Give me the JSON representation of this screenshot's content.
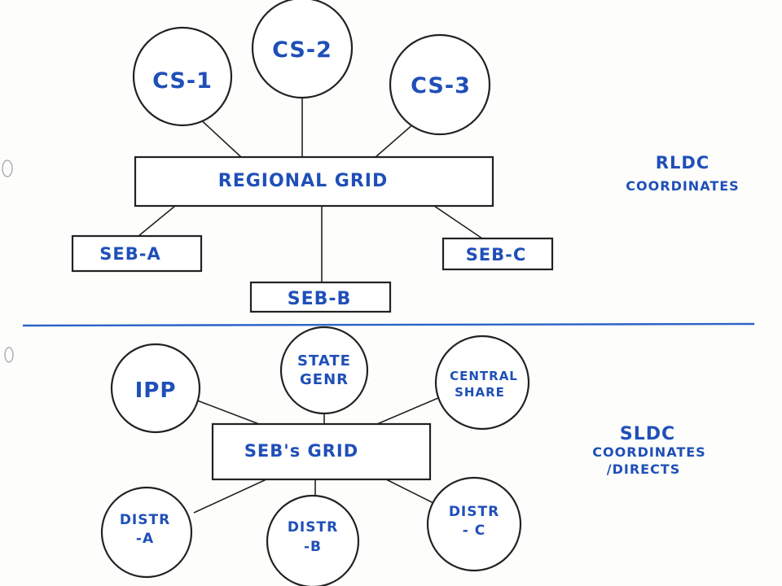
{
  "upper": {
    "hub": "REGIONAL GRID",
    "cs1": "CS-1",
    "cs2": "CS-2",
    "cs3": "CS-3",
    "seb_a": "SEB-A",
    "seb_b": "SEB-B",
    "seb_c": "SEB-C",
    "note_line1": "RLDC",
    "note_line2": "COORDINATES"
  },
  "lower": {
    "hub": "SEB's GRID",
    "ipp": "IPP",
    "state_genr_line1": "STATE",
    "state_genr_line2": "GENR",
    "central_share_line1": "CENTRAL",
    "central_share_line2": "SHARE",
    "distr_a_line1": "DISTR",
    "distr_a_line2": "-A",
    "distr_b_line1": "DISTR",
    "distr_b_line2": "-B",
    "distr_c_line1": "DISTR",
    "distr_c_line2": "- C",
    "note_line1": "SLDC",
    "note_line2": "COORDINATES",
    "note_line3": "/DIRECTS"
  },
  "colors": {
    "ink": "#1f4fb8",
    "outline": "#222222",
    "divider": "#2a64c8"
  }
}
